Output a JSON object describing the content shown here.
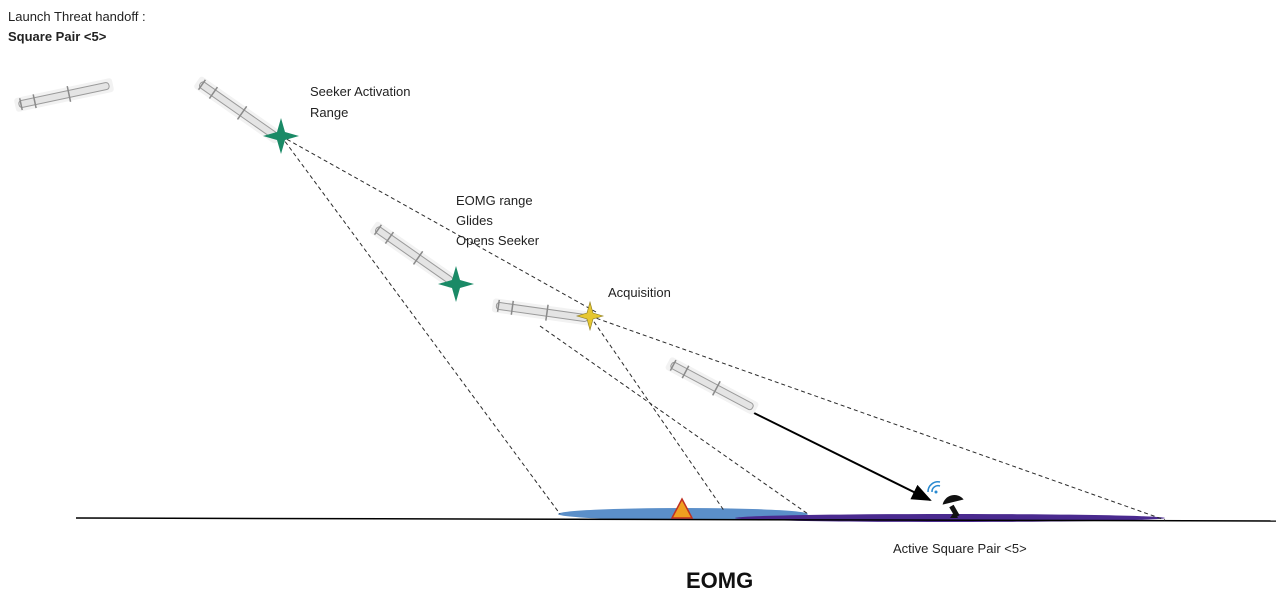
{
  "labels": {
    "launch_line1": "Launch Threat handoff :",
    "launch_line2": "Square Pair <5>",
    "seeker_line1": "Seeker Activation",
    "seeker_line2": "Range",
    "eomg_line1": "EOMG range",
    "eomg_line2": "Glides",
    "eomg_line3": "Opens Seeker",
    "acquisition": "Acquisition",
    "active_pair": "Active Square Pair <5>",
    "title": "EOMG"
  },
  "colors": {
    "ground": "#000000",
    "blue_zone": "#5b8fc9",
    "purple_zone": "#4a2a8f",
    "green_star": "#1a8a66",
    "yellow_star": "#e6c730",
    "warning_triangle": "#f0a020",
    "missile": "#e4e4e4"
  },
  "icons": [
    "missile-icon",
    "star-icon",
    "warning-triangle-icon",
    "radar-dish-icon",
    "wifi-signal-icon"
  ]
}
